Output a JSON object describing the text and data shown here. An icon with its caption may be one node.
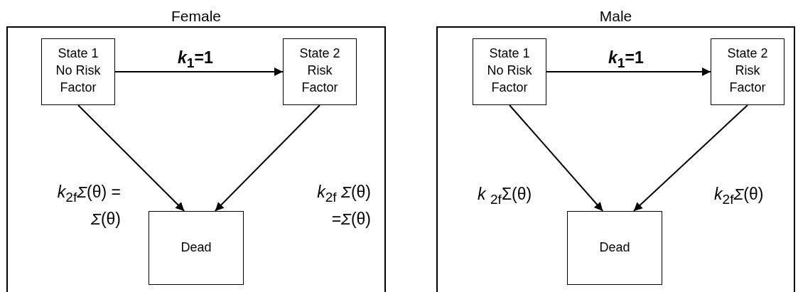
{
  "diagram": {
    "nodes": [
      {
        "text": [
          "Female"
        ]
      },
      {
        "text": [
          "State 1",
          "No Risk Factor"
        ],
        "in": 0
      },
      {
        "text": [
          "State 2",
          "Risk Factor"
        ],
        "in": 0
      },
      {
        "text": [
          "Dead"
        ],
        "in": 0
      },
      {
        "text": [
          "Male"
        ]
      },
      {
        "text": [
          "State 1",
          "No Risk Factor"
        ],
        "in": 4
      },
      {
        "text": [
          "State 2",
          "Risk Factor"
        ],
        "in": 4
      },
      {
        "text": [
          "Dead"
        ],
        "in": 4
      }
    ],
    "edges": [
      {
        "from": 1,
        "to": 2,
        "arrow": "to",
        "label": "*k*$_{1}$=1"
      },
      {
        "from": 1,
        "to": 3,
        "arrow": "to",
        "label": "*k*$_{2f}$*Σ*(θ) = *Σ*(θ)"
      },
      {
        "from": 2,
        "to": 3,
        "arrow": "to",
        "label": "*k*$_{2f}$ *Σ*(θ) =*Σ*(θ)"
      },
      {
        "from": 5,
        "to": 6,
        "arrow": "to",
        "label": "*k*$_{1}$=1"
      },
      {
        "from": 5,
        "to": 7,
        "arrow": "to",
        "label": "*k* $_{2f}$Σ(θ)"
      },
      {
        "from": 6,
        "to": 7,
        "arrow": "to",
        "label": "*k*$_{2f}$*Σ*(θ)"
      }
    ]
  }
}
